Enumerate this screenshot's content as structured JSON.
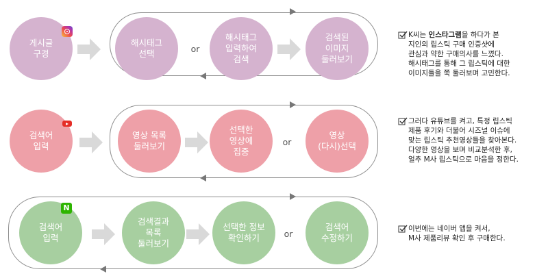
{
  "rows": [
    {
      "id": "instagram",
      "start": "게시글\n구경",
      "steps": [
        "해시태그\n선택",
        "해시태그\n입력하여\n검색",
        "검색된\n이미지\n둘러보기"
      ],
      "or_label": "or",
      "badge": "instagram-icon",
      "color": "#d5b3cf",
      "note_bold_before": "K씨는 ",
      "note_bold": "인스타그램",
      "note_rest": "을 하다가 본\n지인의 립스틱 구매 인증샷에\n관심과 약한 구매의사를 느꼈다.\n해시태그를 통해 그 립스틱에 대한\n이미지들을 쭉 둘러보며 고민한다."
    },
    {
      "id": "youtube",
      "start": "검색어\n입력",
      "steps": [
        "영상 목록\n둘러보기",
        "선택한\n영상에\n집중",
        "영상\n(다시)선택"
      ],
      "or_label": "or",
      "badge": "youtube-icon",
      "color": "#eea0a8",
      "note": "그러다 유튜브를 켜고, 특정 립스틱\n제품 후기와 더불어 시즈널 이슈에\n맞는 립스틱 추천영상들을 찾아본다.\n다양한 영상을 보며 비교분석한 후,\n얼추 M사 립스틱으로 마음을 정한다."
    },
    {
      "id": "naver",
      "start": "검색어\n입력",
      "steps": [
        "검색결과\n목록\n둘러보기",
        "선택한 정보\n확인하기",
        "검색어\n수정하기"
      ],
      "or_label": "or",
      "badge": "naver-icon",
      "badge_text": "N",
      "color": "#a7cfa0",
      "note": "이번에는 네이버 앱을 켜서,\nM사 제품리뷰 확인 후 구매한다."
    }
  ]
}
